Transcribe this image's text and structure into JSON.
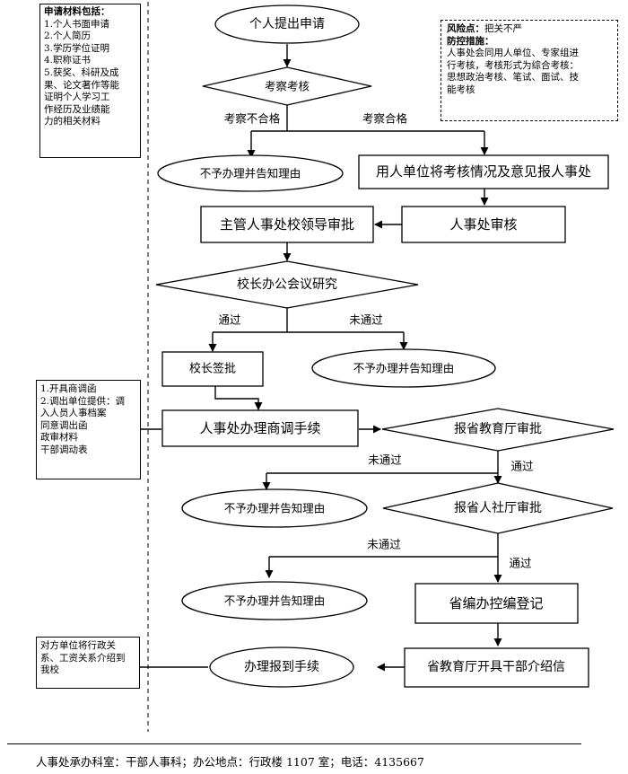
{
  "flow": {
    "start": "个人提出申请",
    "inspect": "考察考核",
    "inspect_fail": "考察不合格",
    "inspect_pass": "考察合格",
    "refuse": "不予办理并告知理由",
    "unit_report": "用人单位将考核情况及意见报人事处",
    "hr_review": "人事处审核",
    "leader_approve": "主管人事处校领导审批",
    "president_meeting": "校长办公会议研究",
    "pass": "通过",
    "not_pass": "未通过",
    "president_sign": "校长签批",
    "transfer_procedure": "人事处办理商调手续",
    "edu_dept_approve": "报省教育厅审批",
    "hrss_approve": "报省人社厅审批",
    "staffing_register": "省编办控编登记",
    "edu_letter": "省教育厅开具干部介绍信",
    "report_in": "办理报到手续"
  },
  "notes": {
    "materials": {
      "title": "申请材料包括：",
      "lines": [
        "1.个人书面申请",
        "2.个人简历",
        "3.学历学位证明",
        "4.职称证书",
        "5.获奖、科研及成",
        "果、论文著作等能",
        "证明个人学习工",
        "作经历及业绩能",
        "力的相关材料"
      ]
    },
    "risk": {
      "risk_label": "风险点：",
      "risk_text": "把关不严",
      "control_label": "防控措施：",
      "lines": [
        "人事处会同用人单位、专家组进",
        "行考核，考核形式为综合考核：",
        "思想政治考核、笔试、面试、技",
        "能考核"
      ]
    },
    "transfer": {
      "lines": [
        "1.开具商调函",
        "2.调出单位提供：调",
        "入人员人事档案",
        "同意调出函",
        "政审材料",
        "干部调动表"
      ]
    },
    "report": {
      "lines": [
        "对方单位将行政关",
        "系、工资关系介绍到",
        "我校"
      ]
    }
  },
  "footer": "人事处承办科室：干部人事科；办公地点：行政楼 1107 室；电话：4135667"
}
